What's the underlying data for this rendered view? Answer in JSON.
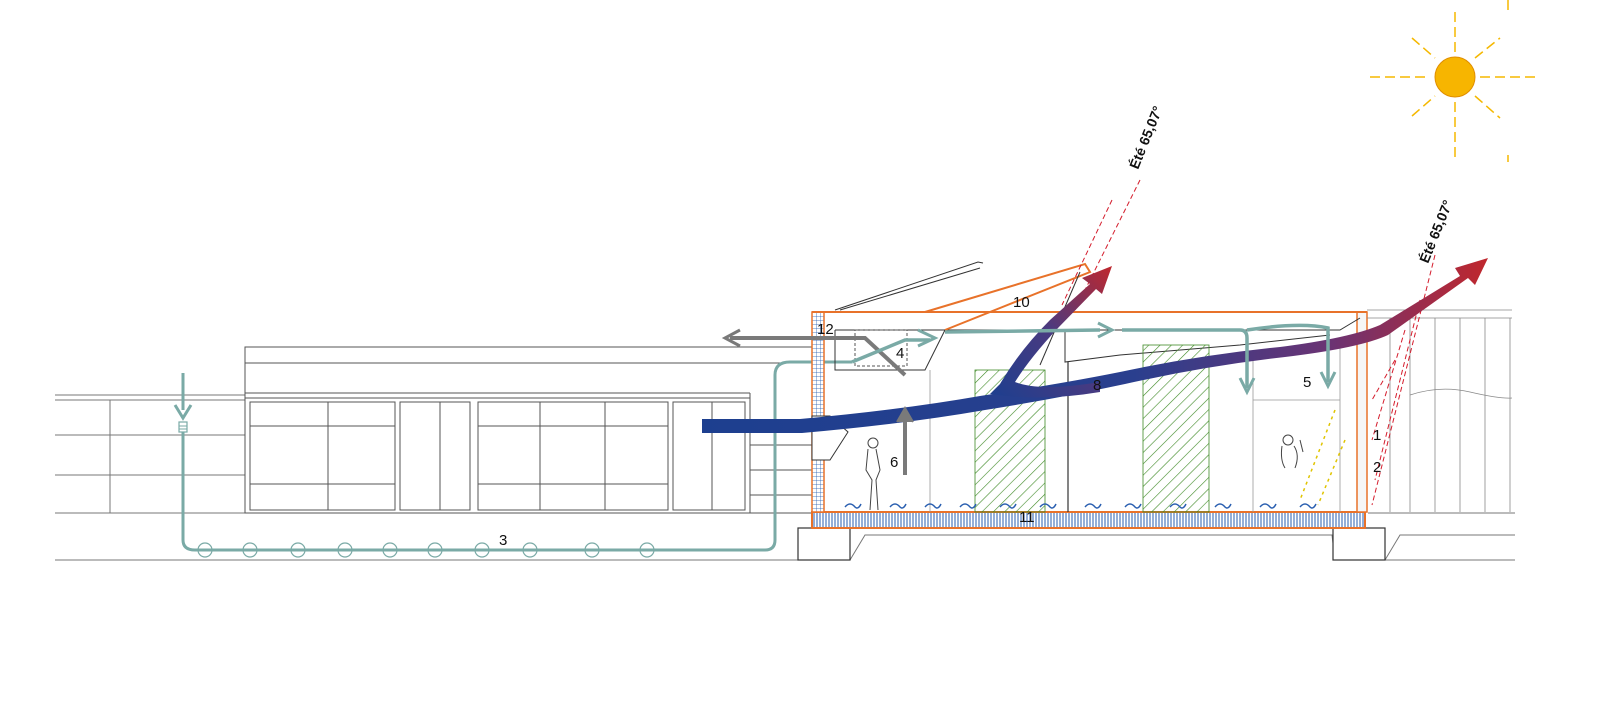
{
  "sun_angle_labels": [
    "Été  65,07°",
    "Été  65,07°"
  ],
  "callouts": [
    "1",
    "2",
    "3",
    "4",
    "5",
    "6",
    "8",
    "10",
    "11",
    "12"
  ],
  "colors": {
    "fresh_air": "#7aaaa6",
    "cool_air": "#1d3f8f",
    "warm_air": "#c0272d",
    "extract_arrow": "#7a7a7a",
    "sun": "#f7b500",
    "sun_rays": "#f5b800",
    "roof_edge": "#e8722a",
    "solar_rays": "#d41c2c",
    "hatch": "#3f8a26",
    "floor": "#2a5fb0"
  }
}
